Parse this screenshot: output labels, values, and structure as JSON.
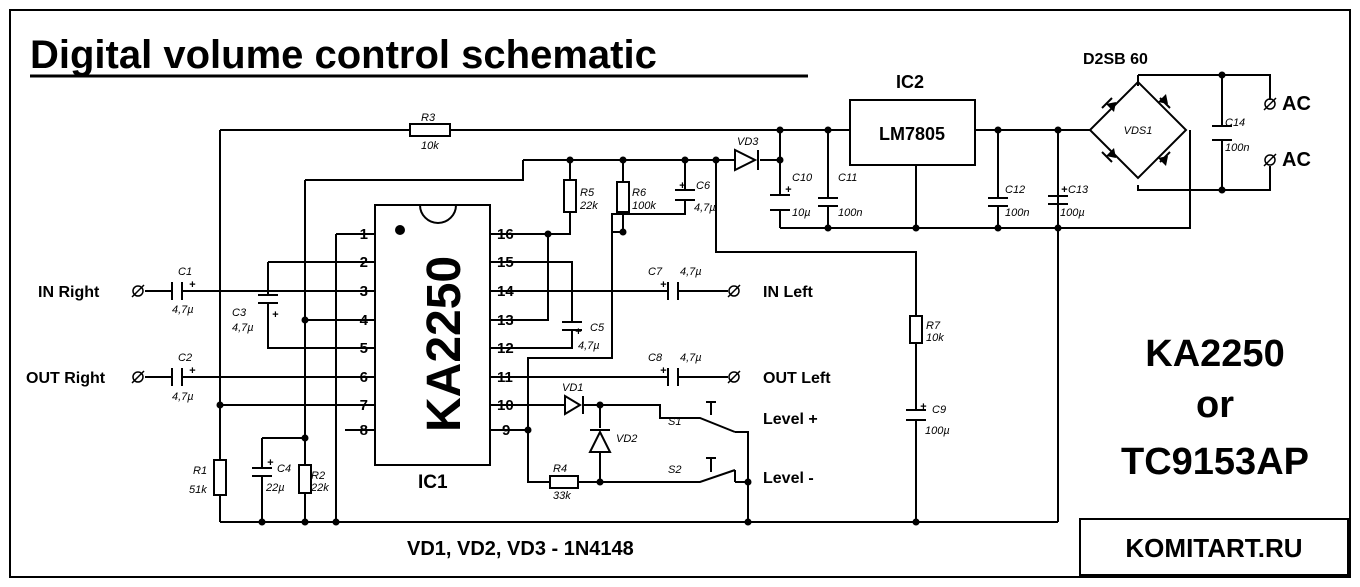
{
  "title": "Digital volume control schematic",
  "ic1": {
    "name": "KA2250",
    "ref": "IC1",
    "pins_left": [
      "1",
      "2",
      "3",
      "4",
      "5",
      "6",
      "7",
      "8"
    ],
    "pins_right": [
      "16",
      "15",
      "14",
      "13",
      "12",
      "11",
      "10",
      "9"
    ]
  },
  "ic2": {
    "name": "LM7805",
    "ref": "IC2"
  },
  "bridge": {
    "name": "D2SB 60",
    "ref": "VDS1"
  },
  "ports": {
    "in_right": "IN Right",
    "out_right": "OUT Right",
    "in_left": "IN Left",
    "out_left": "OUT Left",
    "level_plus": "Level +",
    "level_minus": "Level -",
    "ac1": "AC",
    "ac2": "AC"
  },
  "components": {
    "r1": {
      "ref": "R1",
      "val": "51k"
    },
    "r2": {
      "ref": "R2",
      "val": "22k"
    },
    "r3": {
      "ref": "R3",
      "val": "10k"
    },
    "r4": {
      "ref": "R4",
      "val": "33k"
    },
    "r5": {
      "ref": "R5",
      "val": "22k"
    },
    "r6": {
      "ref": "R6",
      "val": "100k"
    },
    "r7": {
      "ref": "R7",
      "val": "10k"
    },
    "c1": {
      "ref": "C1",
      "val": "4,7µ"
    },
    "c2": {
      "ref": "C2",
      "val": "4,7µ"
    },
    "c3": {
      "ref": "C3",
      "val": "4,7µ"
    },
    "c4": {
      "ref": "C4",
      "val": "22µ"
    },
    "c5": {
      "ref": "C5",
      "val": "4,7µ"
    },
    "c6": {
      "ref": "C6",
      "val": "4,7µ"
    },
    "c7": {
      "ref": "C7",
      "val": "4,7µ"
    },
    "c8": {
      "ref": "C8",
      "val": "4,7µ"
    },
    "c9": {
      "ref": "C9",
      "val": "100µ"
    },
    "c10": {
      "ref": "C10",
      "val": "10µ"
    },
    "c11": {
      "ref": "C11",
      "val": "100n"
    },
    "c12": {
      "ref": "C12",
      "val": "100n"
    },
    "c13": {
      "ref": "C13",
      "val": "100µ"
    },
    "c14": {
      "ref": "C14",
      "val": "100n"
    },
    "vd1": {
      "ref": "VD1"
    },
    "vd2": {
      "ref": "VD2"
    },
    "vd3": {
      "ref": "VD3"
    },
    "s1": {
      "ref": "S1"
    },
    "s2": {
      "ref": "S2"
    }
  },
  "note": "VD1, VD2, VD3 - 1N4148",
  "alt_line1": "KA2250",
  "alt_line2": "or",
  "alt_line3": "TC9153AP",
  "brand": "KOMITART.RU",
  "plus_sign": "+",
  "empty_set": "⌀"
}
